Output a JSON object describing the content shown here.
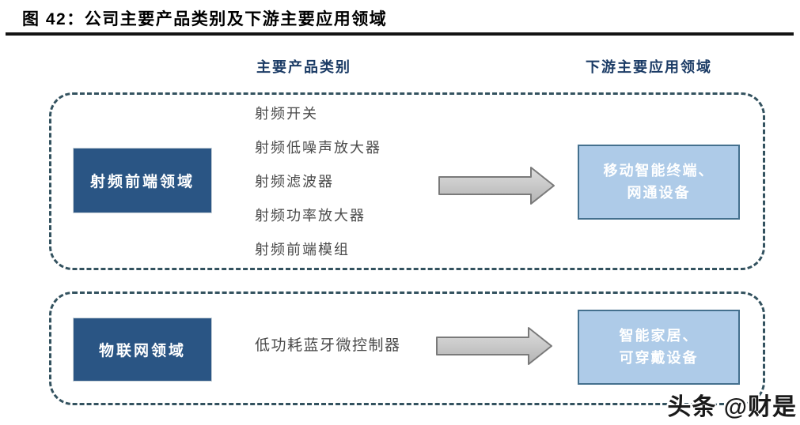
{
  "figure": {
    "title": "图 42：公司主要产品类别及下游主要应用领域"
  },
  "columns": {
    "products_header": "主要产品类别",
    "applications_header": "下游主要应用领域"
  },
  "rows": [
    {
      "domain": "射频前端领域",
      "products": [
        "射频开关",
        "射频低噪声放大器",
        "射频滤波器",
        "射频功率放大器",
        "射频前端模组"
      ],
      "applications": [
        "移动智能终端、",
        "网通设备"
      ]
    },
    {
      "domain": "物联网领域",
      "products": [
        "低功耗蓝牙微控制器"
      ],
      "applications": [
        "智能家居、",
        "可穿戴设备"
      ]
    }
  ],
  "watermark": "头条 @财是",
  "colors": {
    "domain_box_fill": "#2a5584",
    "app_box_fill": "#aecbe8",
    "app_box_border": "#44708e",
    "dashed_border": "#33525f",
    "header_text": "#1c3c66",
    "product_text": "#4a4a4a",
    "arrow_fill_light": "#d9d9d9",
    "arrow_fill_dark": "#b3b3b3",
    "arrow_border": "#7a7a7a",
    "title_rule": "#141414"
  }
}
